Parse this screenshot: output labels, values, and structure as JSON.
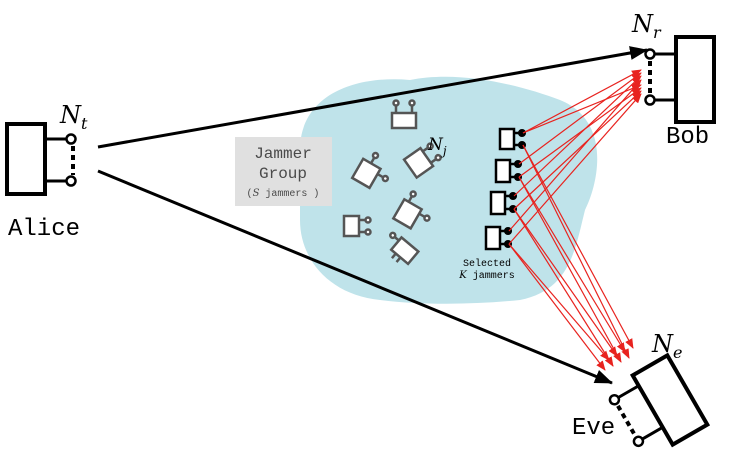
{
  "labels": {
    "alice": "Alice",
    "bob": "Bob",
    "eve": "Eve",
    "nt_main": "N",
    "nt_sub": "t",
    "nr_main": "N",
    "nr_sub": "r",
    "ne_main": "N",
    "ne_sub": "e",
    "nj_main": "N",
    "nj_sub": "j"
  },
  "jammer_group": {
    "line1": "Jammer",
    "line2": "Group",
    "line3_open": "(",
    "line3_var": "S",
    "line3_rest": " jammers )"
  },
  "selected": {
    "line1": "Selected",
    "line2_var": "K",
    "line2_rest": " jammers"
  },
  "colors": {
    "cloud": "#bfe3ea",
    "jammer_box": "#e0e0e0",
    "jammer_box_text": "#4a4a4a",
    "jammer_icon": "#555555",
    "arrow_red": "#e8231f",
    "black": "#000000"
  }
}
